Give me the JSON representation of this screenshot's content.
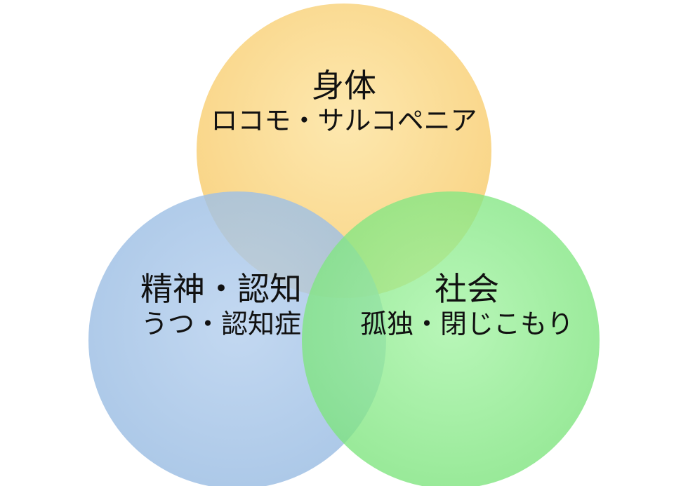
{
  "diagram": {
    "type": "venn",
    "circles": [
      {
        "id": "body",
        "title": "身体",
        "subtitle": "ロコモ・サルコペニア",
        "color": "#f9d47a"
      },
      {
        "id": "mental",
        "title": "精神・認知",
        "subtitle": "うつ・認知症",
        "color": "#9dc0e6"
      },
      {
        "id": "social",
        "title": "社会",
        "subtitle": "孤独・閉じこもり",
        "color": "#7ee87e"
      }
    ]
  }
}
